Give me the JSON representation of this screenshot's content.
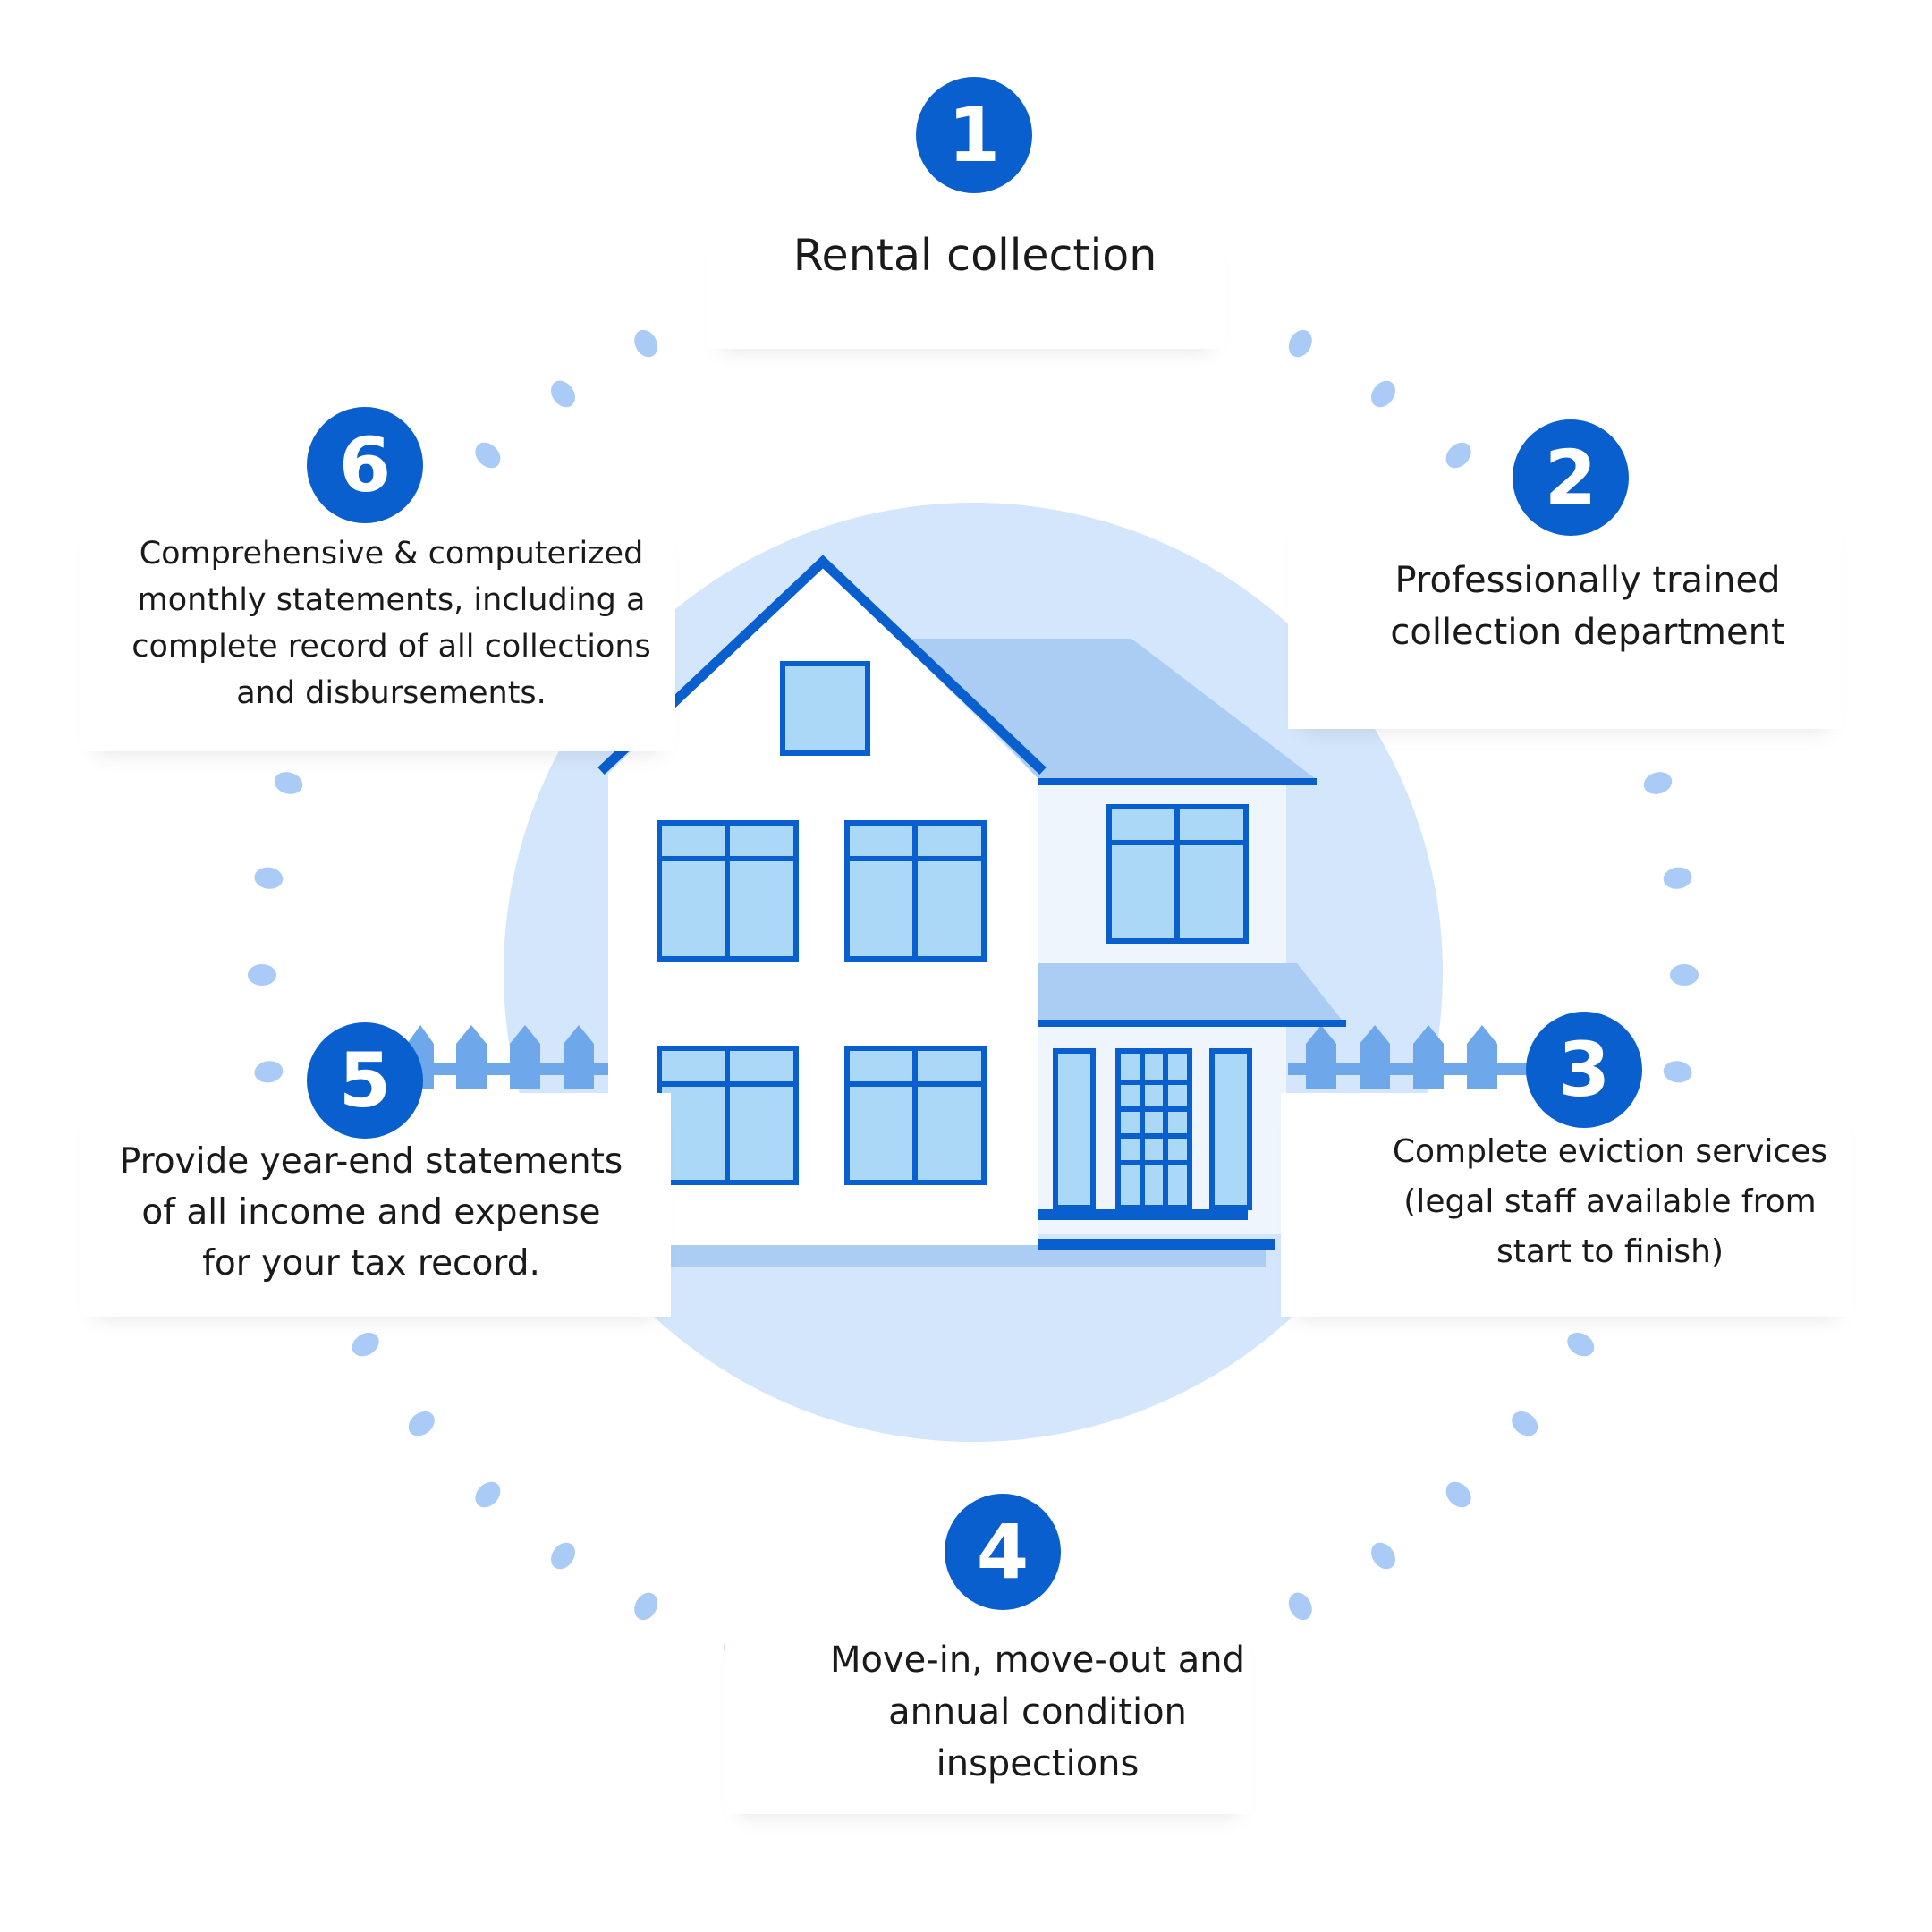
{
  "colors": {
    "brand_blue": "#0a5fcf",
    "light_circle": "#d3e6fc",
    "dots": "#a9cbf5",
    "roof_light": "#abcdf3",
    "window_fill": "#abd8f7",
    "fence": "#6fa8ea",
    "text": "#1a1a1a"
  },
  "illustration": {
    "subject": "house-with-fence",
    "decoration": "dotted-circle"
  },
  "steps": [
    {
      "number": "1",
      "text": "Rental collection"
    },
    {
      "number": "2",
      "text": "Professionally trained collection department"
    },
    {
      "number": "3",
      "text": "Complete eviction services (legal staff available from start to finish)"
    },
    {
      "number": "4",
      "text": "Move-in, move-out and annual condition inspections"
    },
    {
      "number": "5",
      "text": "Provide year-end statements of all income and expense for your tax record."
    },
    {
      "number": "6",
      "text": "Comprehensive & computerized monthly statements, including a complete record of all collections and disbursements."
    }
  ]
}
